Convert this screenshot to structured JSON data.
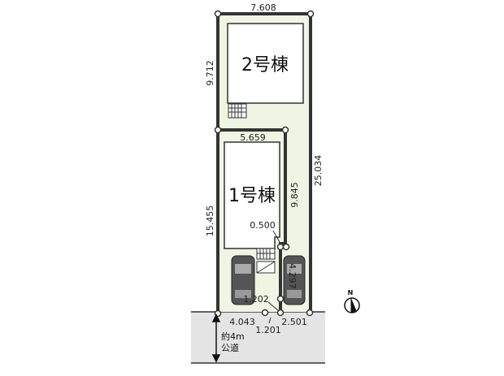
{
  "buildings": [
    {
      "label": "2号棟"
    },
    {
      "label": "1号棟"
    }
  ],
  "dimensions": {
    "top_width": "7.608",
    "lot2_left": "9.712",
    "lot1_top": "5.659",
    "right_total": "25.034",
    "lot1_right": "9.845",
    "lot1_left": "15.455",
    "offset": "0.500",
    "flag_pole": "4.297",
    "diagonal": "1.202",
    "bottom_left": "4.043",
    "bottom_mid": "1.201",
    "bottom_right": "2.501"
  },
  "road": {
    "width_label": "約4m",
    "type_label": "公道"
  },
  "compass": {
    "label": "N"
  },
  "colors": {
    "lot_fill": "#eef5e2",
    "road_fill": "#e4e4e4",
    "boundary": "#333333"
  }
}
